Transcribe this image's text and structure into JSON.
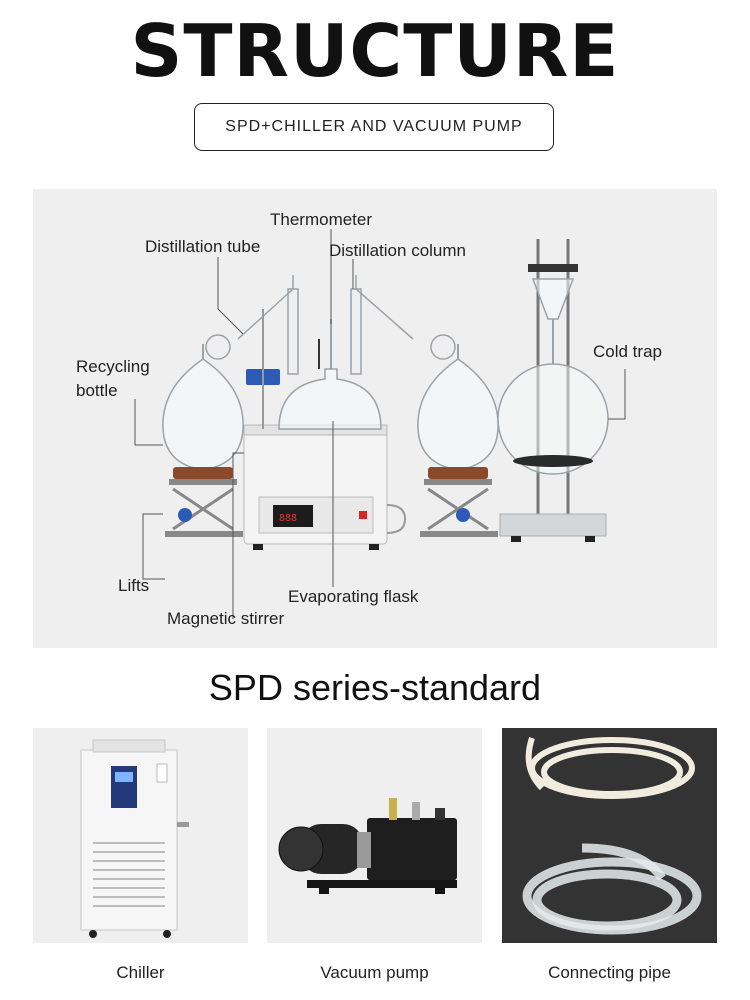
{
  "header": {
    "title": "STRUCTURE",
    "subtitle": "SPD+CHILLER AND VACUUM PUMP"
  },
  "diagram": {
    "labels": {
      "thermometer": "Thermometer",
      "distillation_tube": "Distillation tube",
      "distillation_column": "Distillation column",
      "recycling_bottle_line1": "Recycling",
      "recycling_bottle_line2": "bottle",
      "cold_trap": "Cold trap",
      "lifts": "Lifts",
      "evaporating_flask": "Evaporating flask",
      "magnetic_stirrer": "Magnetic stirrer"
    }
  },
  "standard": {
    "title": "SPD series-standard",
    "items": [
      {
        "caption": "Chiller"
      },
      {
        "caption": "Vacuum pump"
      },
      {
        "caption": "Connecting pipe"
      }
    ]
  },
  "colors": {
    "panel_bg": "#efefef",
    "glass": "#9aa3a8",
    "cork": "#8a4a2a",
    "steel": "#c8ccd0"
  }
}
